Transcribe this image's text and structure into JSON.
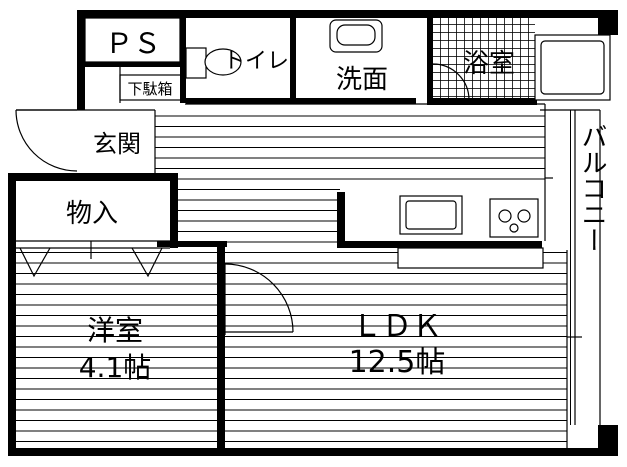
{
  "rooms": {
    "ps": "ＰＳ",
    "toilet": "トイレ",
    "washroom": "洗面",
    "bathroom": "浴室",
    "shoe_box": "下駄箱",
    "entrance": "玄関",
    "storage": "物入",
    "western_room": {
      "name": "洋室",
      "size": "4.1帖"
    },
    "ldk": {
      "name": "ＬＤＫ",
      "size": "12.5帖"
    },
    "balcony": "バルコニー"
  },
  "colors": {
    "wall": "#000000",
    "floor_lines": "#000000",
    "background": "#ffffff"
  }
}
